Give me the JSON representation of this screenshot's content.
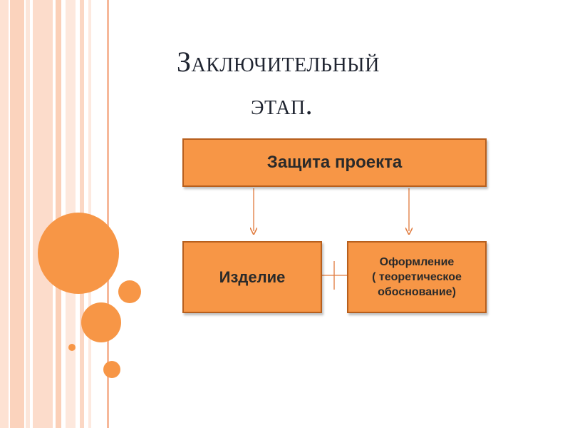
{
  "title": {
    "line1": "Заключительный",
    "line2": "этап."
  },
  "diagram": {
    "top_box": "Защита  проекта",
    "left_box": "Изделие",
    "right_box": {
      "line1": "Оформление",
      "line2": "( теоретическое",
      "line3": "обоснование)"
    }
  },
  "colors": {
    "accent": "#f79646",
    "accent_border": "#b75f1d",
    "stripe": "#f9c9b0",
    "circle": "#f79646"
  }
}
